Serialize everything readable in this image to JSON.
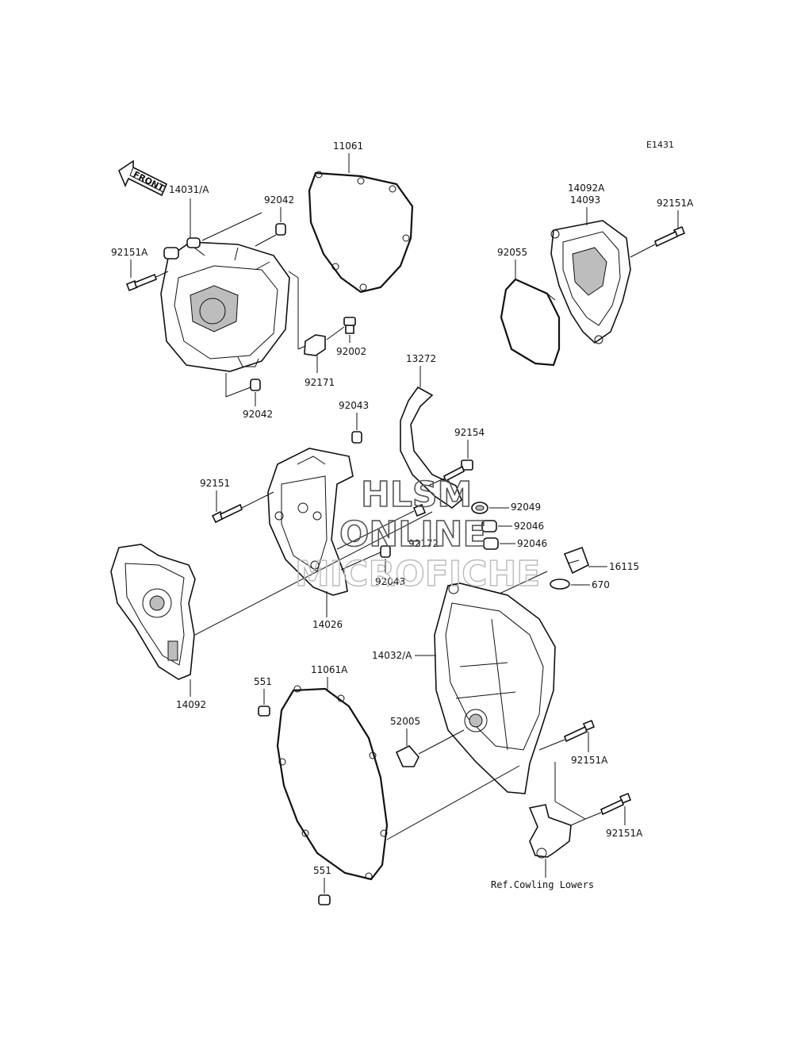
{
  "diagram_code": "E1431",
  "front_label": "FRONT",
  "watermark": {
    "line1": "HLSM",
    "line2": "ONLINE",
    "line3": "MICROFICHE"
  },
  "labels": {
    "p11061": "11061",
    "p92042_top": "92042",
    "p14031": "14031/A",
    "p92151A_left": "92151A",
    "p92002": "92002",
    "p92171": "92171",
    "p92042_bottom": "92042",
    "p14092A": "14092A",
    "p14093": "14093",
    "p92151A_right_top": "92151A",
    "p92055": "92055",
    "p13272": "13272",
    "p92043_top": "92043",
    "p92154": "92154",
    "p92151": "92151",
    "p92049": "92049",
    "p92046_a": "92046",
    "p92046_b": "92046",
    "p92172": "92172",
    "p16115": "16115",
    "p670": "670",
    "p92043_bottom": "92043",
    "p14026": "14026",
    "p14032": "14032/A",
    "p14092": "14092",
    "p551_top": "551",
    "p11061A": "11061A",
    "p52005": "52005",
    "p92151A_mid": "92151A",
    "p92151A_low": "92151A",
    "p551_bottom": "551",
    "ref_cowling": "Ref.Cowling Lowers"
  }
}
